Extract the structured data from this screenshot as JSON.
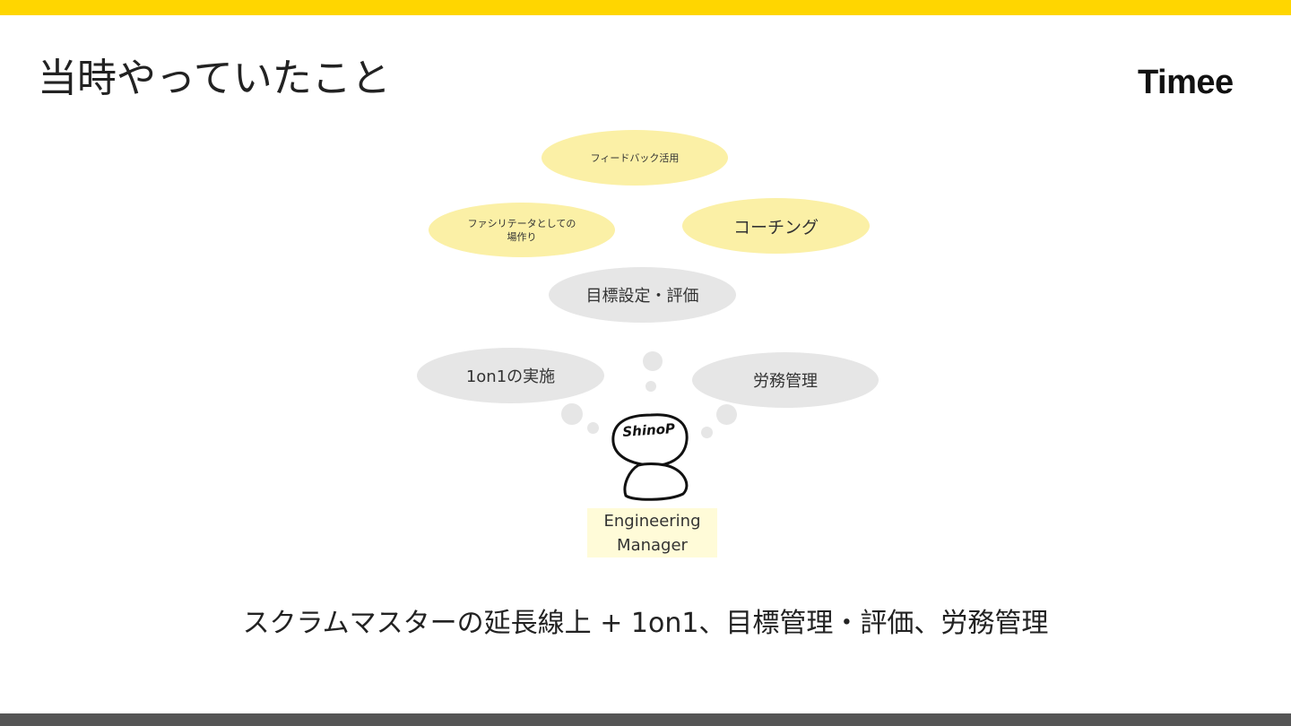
{
  "slide": {
    "title": "当時やっていたこと",
    "logo_text": "Timee",
    "summary": "スクラムマスターの延長線上 + 1on1、目標管理・評価、労務管理"
  },
  "bubbles": {
    "feedback": "フィードバック活用",
    "facilitator": "ファシリテータとしての\n場作り",
    "coaching": "コーチング",
    "goal_setting": "目標設定・評価",
    "one_on_one": "1on1の実施",
    "labor": "労務管理"
  },
  "avatar": {
    "handwritten_name": "ShinoP",
    "role": "Engineering\nManager"
  },
  "colors": {
    "top_bar": "#FFD600",
    "bottom_bar": "#555555",
    "yellow_bubble": "#FBF0A6",
    "gray_bubble": "#E6E6E6",
    "role_label_bg": "#FFFBD8"
  }
}
